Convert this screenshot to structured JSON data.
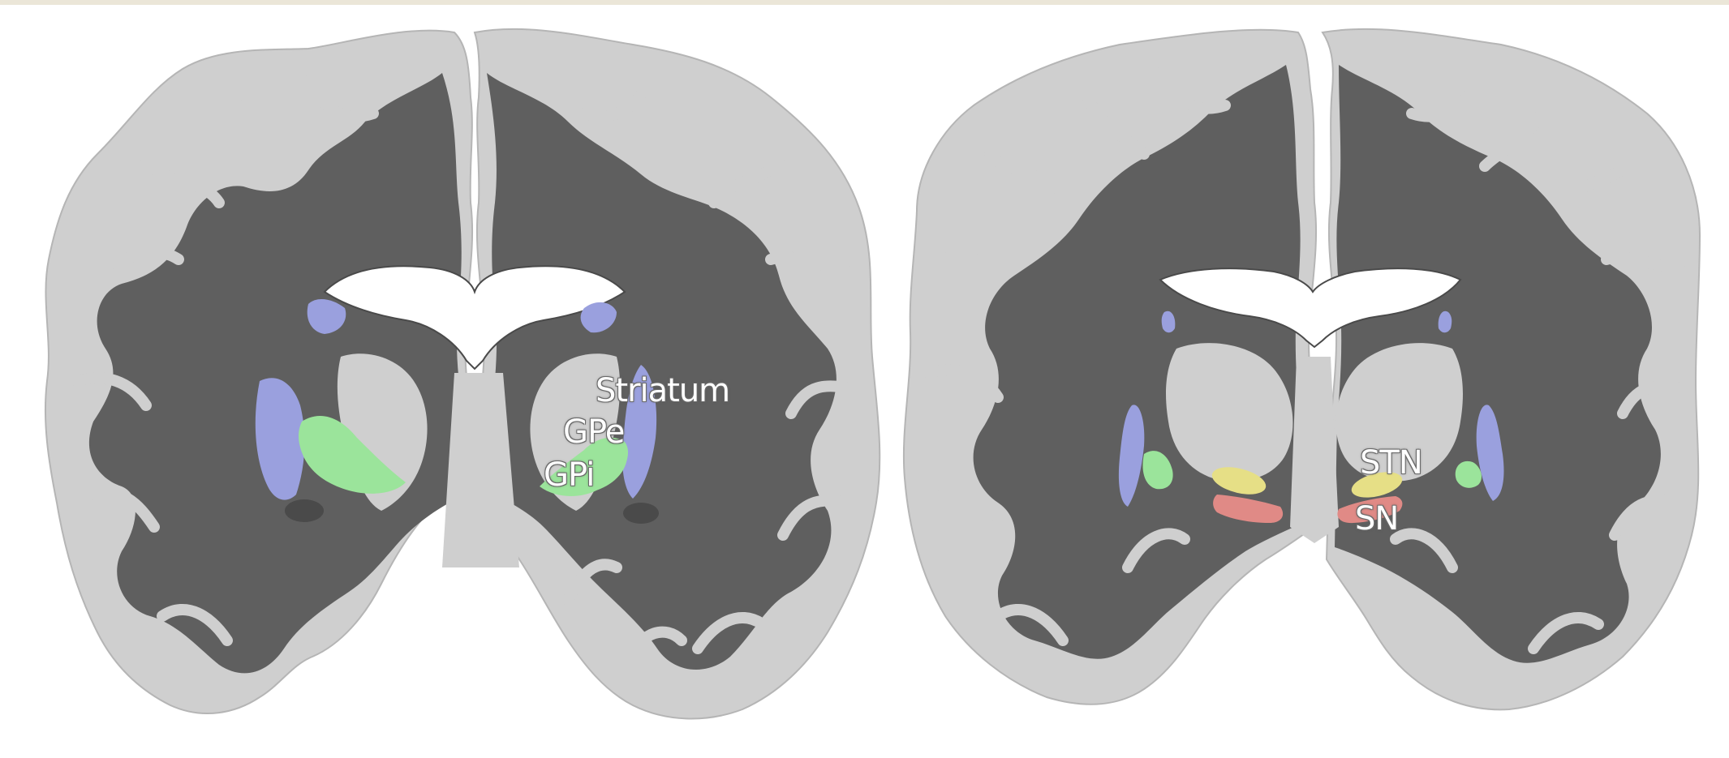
{
  "labels": {
    "striatum": "Striatum",
    "gpe": "GPe",
    "gpi": "GPi",
    "stn": "STN",
    "sn": "SN"
  },
  "colors": {
    "cortex": "#cfcfcf",
    "white_matter": "#5f5f5f",
    "ventricle": "#ffffff",
    "striatum": "#9aa0de",
    "globus_pallidus": "#9be49b",
    "subthalamic_nucleus": "#e6df86",
    "substantia_nigra": "#e08a86"
  }
}
